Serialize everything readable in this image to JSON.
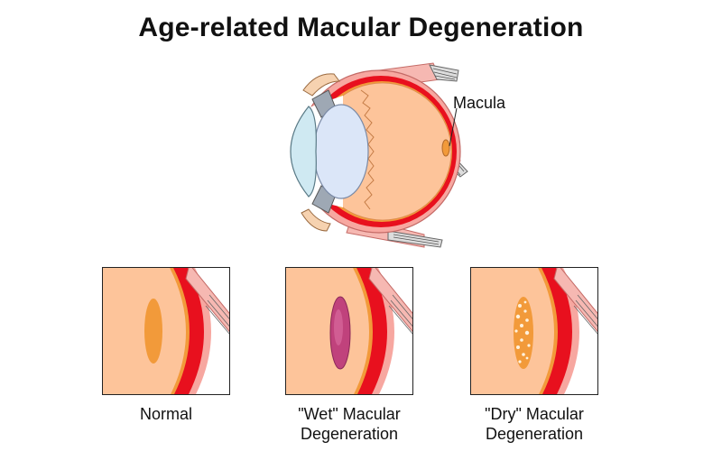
{
  "title": "Age-related Macular Degeneration",
  "eye_label": "Macula",
  "panels": [
    {
      "caption_line1": "Normal",
      "caption_line2": ""
    },
    {
      "caption_line1": "\"Wet\" Macular",
      "caption_line2": "Degeneration"
    },
    {
      "caption_line1": "\"Dry\" Macular",
      "caption_line2": "Degeneration"
    }
  ],
  "colors": {
    "vitreous": "#fdc49a",
    "retina_red": "#e8101e",
    "sclera_pink": "#f7a7a0",
    "choroid_orange": "#f29a3a",
    "lens_blue": "#dbe6f8",
    "cornea_blue": "#cfe9f2",
    "wet_purple": "#c0427c",
    "dry_spot": "#fff1dc"
  }
}
